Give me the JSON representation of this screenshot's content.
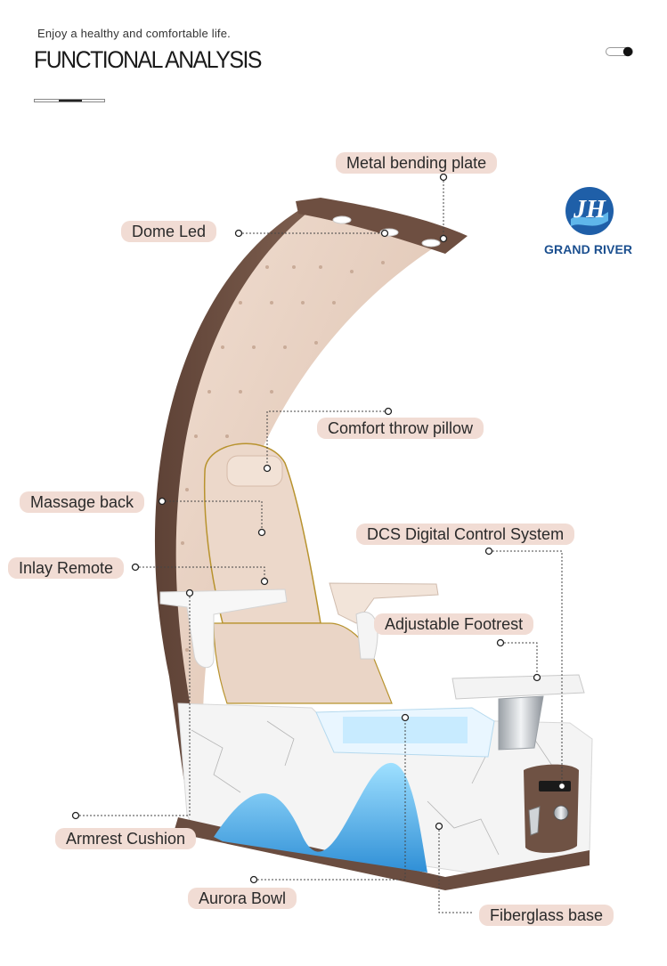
{
  "header": {
    "tagline": "Enjoy a healthy and comfortable life.",
    "title": "FUNCTIONAL ANALYSIS"
  },
  "brand": {
    "name": "GRAND RIVER",
    "logo_icon": "jh-wave-logo-icon",
    "color": "#1b4f8f"
  },
  "colors": {
    "label_bg": "#f1dcd4",
    "leather": "#e8d2c4",
    "wood": "#7a5b4c",
    "led_blue": "#4fb3f0"
  },
  "callouts": [
    {
      "id": "metal-bending-plate",
      "text": "Metal bending plate"
    },
    {
      "id": "dome-led",
      "text": "Dome Led"
    },
    {
      "id": "comfort-throw-pillow",
      "text": "Comfort throw pillow"
    },
    {
      "id": "massage-back",
      "text": "Massage back"
    },
    {
      "id": "dcs-digital-control-system",
      "text": "DCS Digital Control System"
    },
    {
      "id": "inlay-remote",
      "text": "Inlay Remote"
    },
    {
      "id": "adjustable-footrest",
      "text": "Adjustable Footrest"
    },
    {
      "id": "armrest-cushion",
      "text": "Armrest Cushion"
    },
    {
      "id": "aurora-bowl",
      "text": "Aurora Bowl"
    },
    {
      "id": "fiberglass-base",
      "text": "Fiberglass base"
    }
  ]
}
